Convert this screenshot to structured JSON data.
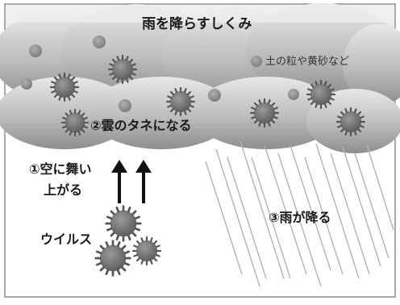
{
  "title": "雨を降らすしくみ",
  "legend_soil": "土の粒や黄砂など",
  "label_seed": "②雲のタネになる",
  "label_rise_line1": "①空に舞い",
  "label_rise_line2": "上がる",
  "label_virus": "ウイルス",
  "label_rain": "③雨が降る",
  "icons": [
    "cloud-icon",
    "virus-icon",
    "soil-particle-icon",
    "up-arrow-icon",
    "rain-streak-icon"
  ],
  "colors": {
    "cloud_light": "#e6e6e6",
    "cloud_dark": "#8a8a8a",
    "virus": "#666666",
    "particle": "#8c8c8c",
    "rain": "#b4b4b4",
    "text": "#1a1a1a",
    "frame": "#555555"
  }
}
